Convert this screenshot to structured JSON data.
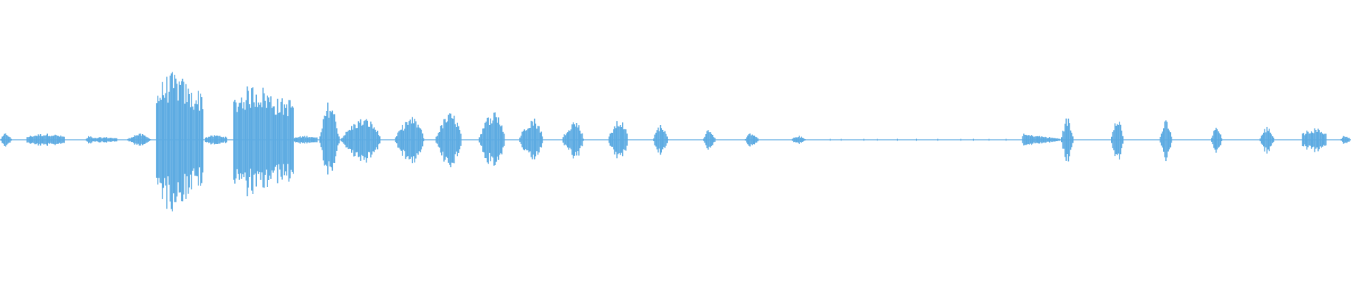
{
  "waveform": {
    "color": "#5dabe2",
    "background": "#ffffff",
    "segments": [
      {
        "start": 0.0,
        "end": 0.009,
        "peak": 0.1,
        "shape": "burst"
      },
      {
        "start": 0.02,
        "end": 0.048,
        "peak": 0.09,
        "shape": "flat"
      },
      {
        "start": 0.063,
        "end": 0.07,
        "peak": 0.06,
        "shape": "burst"
      },
      {
        "start": 0.068,
        "end": 0.087,
        "peak": 0.04,
        "shape": "flat"
      },
      {
        "start": 0.093,
        "end": 0.113,
        "peak": 0.09,
        "shape": "burst"
      },
      {
        "start": 0.116,
        "end": 0.151,
        "peak": 0.97,
        "shape": "block"
      },
      {
        "start": 0.152,
        "end": 0.168,
        "peak": 0.07,
        "shape": "flat"
      },
      {
        "start": 0.173,
        "end": 0.218,
        "peak": 0.8,
        "shape": "block"
      },
      {
        "start": 0.218,
        "end": 0.235,
        "peak": 0.06,
        "shape": "flat"
      },
      {
        "start": 0.236,
        "end": 0.252,
        "peak": 0.57,
        "shape": "burst"
      },
      {
        "start": 0.252,
        "end": 0.282,
        "peak": 0.41,
        "shape": "ramp"
      },
      {
        "start": 0.292,
        "end": 0.314,
        "peak": 0.43,
        "shape": "ramp"
      },
      {
        "start": 0.322,
        "end": 0.342,
        "peak": 0.51,
        "shape": "ramp"
      },
      {
        "start": 0.354,
        "end": 0.374,
        "peak": 0.55,
        "shape": "ramp"
      },
      {
        "start": 0.384,
        "end": 0.402,
        "peak": 0.42,
        "shape": "ramp"
      },
      {
        "start": 0.416,
        "end": 0.432,
        "peak": 0.37,
        "shape": "ramp"
      },
      {
        "start": 0.45,
        "end": 0.465,
        "peak": 0.38,
        "shape": "ramp"
      },
      {
        "start": 0.483,
        "end": 0.495,
        "peak": 0.23,
        "shape": "burst"
      },
      {
        "start": 0.52,
        "end": 0.53,
        "peak": 0.17,
        "shape": "burst"
      },
      {
        "start": 0.551,
        "end": 0.562,
        "peak": 0.11,
        "shape": "burst"
      },
      {
        "start": 0.585,
        "end": 0.597,
        "peak": 0.06,
        "shape": "burst"
      },
      {
        "start": 0.757,
        "end": 0.785,
        "peak": 0.09,
        "shape": "decay"
      },
      {
        "start": 0.785,
        "end": 0.795,
        "peak": 0.33,
        "shape": "burst"
      },
      {
        "start": 0.822,
        "end": 0.832,
        "peak": 0.38,
        "shape": "burst"
      },
      {
        "start": 0.858,
        "end": 0.868,
        "peak": 0.28,
        "shape": "burst"
      },
      {
        "start": 0.896,
        "end": 0.905,
        "peak": 0.19,
        "shape": "burst"
      },
      {
        "start": 0.932,
        "end": 0.944,
        "peak": 0.19,
        "shape": "burst"
      },
      {
        "start": 0.964,
        "end": 0.982,
        "peak": 0.17,
        "shape": "flat"
      },
      {
        "start": 0.992,
        "end": 1.0,
        "peak": 0.07,
        "shape": "burst"
      }
    ]
  }
}
